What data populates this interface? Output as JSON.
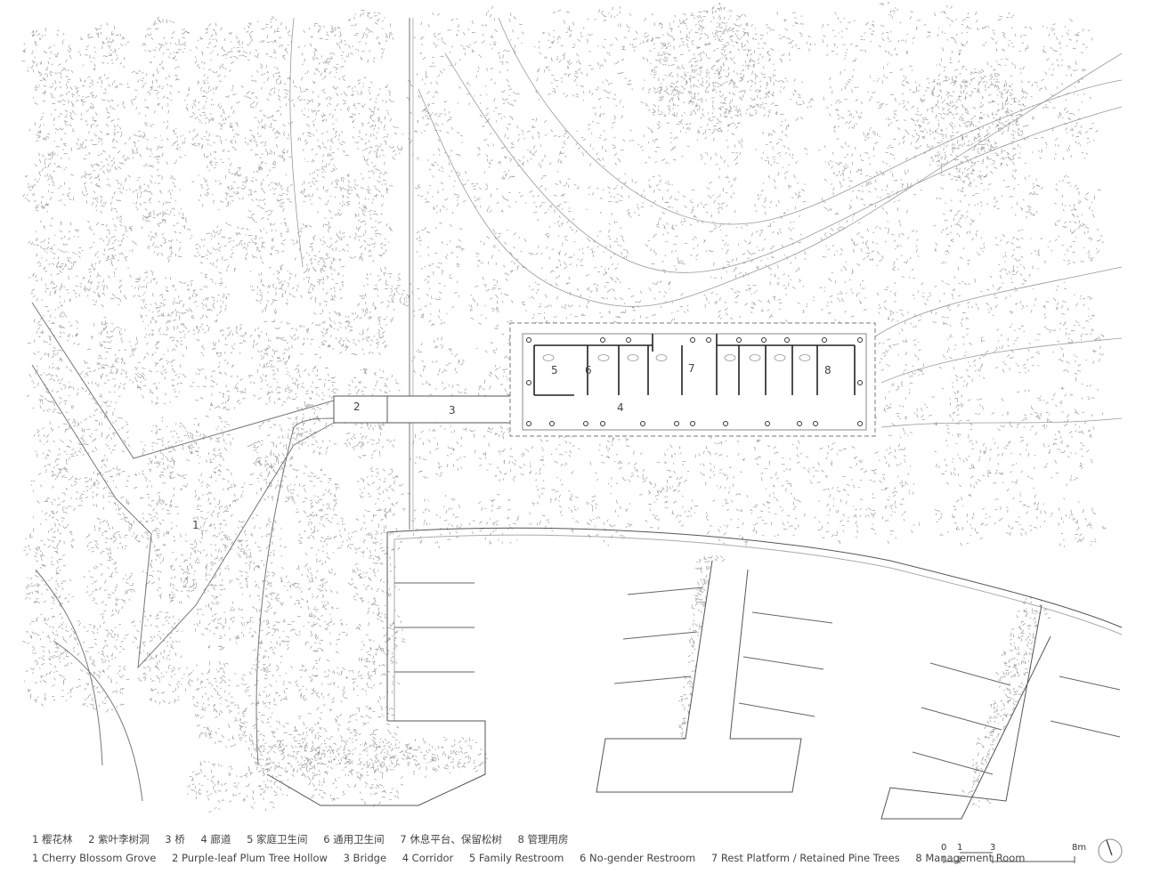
{
  "plan_labels": {
    "l1": "1",
    "l2": "2",
    "l3": "3",
    "l4": "4",
    "l5": "5",
    "l6": "6",
    "l7": "7",
    "l8": "8"
  },
  "legend_zh": [
    "1 樱花林",
    "2 紫叶李树洞",
    "3 桥",
    "4 廊道",
    "5 家庭卫生间",
    "6 通用卫生间",
    "7 休息平台、保留松树",
    "8 管理用房"
  ],
  "legend_en": [
    "1 Cherry Blossom Grove",
    "2 Purple-leaf Plum Tree Hollow",
    "3 Bridge",
    "4 Corridor",
    "5 Family Restroom",
    "6 No-gender Restroom",
    "7 Rest Platform / Retained Pine Trees",
    "8 Management Room"
  ],
  "scale_bar": {
    "t0": "0",
    "t1": "1",
    "t3": "3",
    "t8": "8m"
  },
  "north_arrow_icon": "north-arrow-icon"
}
